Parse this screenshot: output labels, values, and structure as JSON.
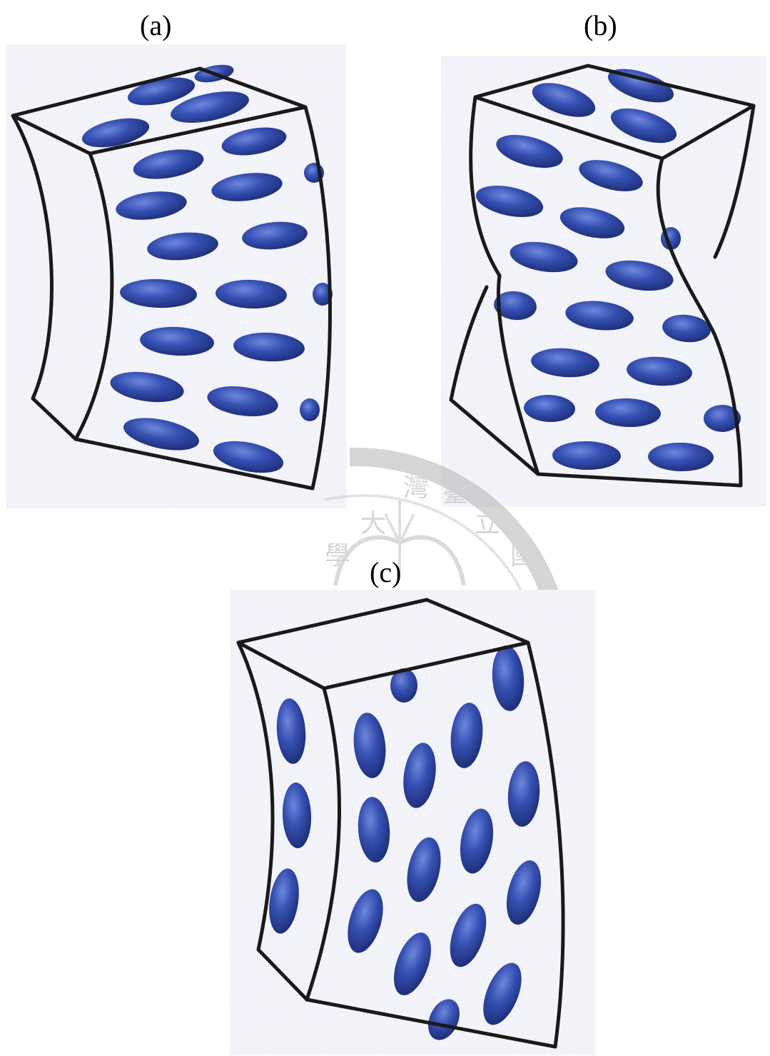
{
  "labels": {
    "a": "(a)",
    "b": "(b)",
    "c": "(c)"
  },
  "watermark": {
    "characters": [
      "學",
      "大",
      "灣",
      "臺",
      "立",
      "國"
    ]
  },
  "colors": {
    "panel_background": "#f3f3fa",
    "outline": "#1a1a1a",
    "ellipse_fill": "#2f4aa8",
    "ellipse_dark": "#1c2f78",
    "ellipse_light": "#5b76d0",
    "watermark": "#b4b4b4"
  }
}
